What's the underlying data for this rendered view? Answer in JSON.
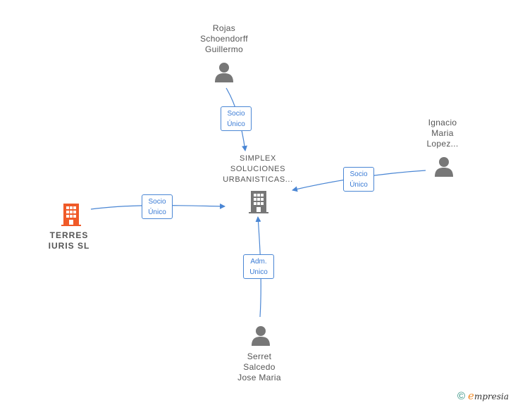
{
  "nodes": {
    "rojas": {
      "lines": [
        "Rojas",
        "Schoendorff",
        "Guillermo"
      ],
      "type": "person",
      "icon": "person-icon"
    },
    "ignacio": {
      "lines": [
        "Ignacio",
        "Maria",
        "Lopez..."
      ],
      "type": "person",
      "icon": "person-icon"
    },
    "serret": {
      "lines": [
        "Serret",
        "Salcedo",
        "Jose Maria"
      ],
      "type": "person",
      "icon": "person-icon"
    },
    "simplex": {
      "lines": [
        "SIMPLEX",
        "SOLUCIONES",
        "URBANISTICAS..."
      ],
      "type": "company",
      "icon": "building-icon"
    },
    "terres": {
      "lines": [
        "TERRES",
        "IURIS SL"
      ],
      "type": "company",
      "icon": "building-icon"
    }
  },
  "edges": {
    "rojas_simplex": {
      "lines": [
        "Socio",
        "Único"
      ]
    },
    "ignacio_simplex": {
      "lines": [
        "Socio",
        "Único"
      ]
    },
    "terres_simplex": {
      "lines": [
        "Socio",
        "Único"
      ]
    },
    "serret_simplex": {
      "lines": [
        "Adm.",
        "Unico"
      ]
    }
  },
  "footer": {
    "copyright_symbol": "©",
    "brand_initial": "e",
    "brand_rest": "mpresia"
  },
  "colors": {
    "edge": "#4a86d4",
    "person_icon": "#777777",
    "company_icon": "#777777",
    "highlight_company_icon": "#f05a28",
    "text": "#555555"
  }
}
